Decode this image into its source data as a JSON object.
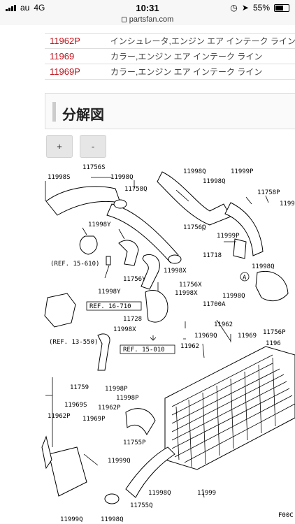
{
  "status": {
    "carrier": "au",
    "network": "4G",
    "time": "10:31",
    "battery": "55%"
  },
  "browser": {
    "url": "partsfan.com"
  },
  "parts_list": [
    {
      "part_no": "11962P",
      "description": "インシュレータ,エンジン エア インテーク ライン"
    },
    {
      "part_no": "11969",
      "description": "カラー,エンジン エア インテーク ライン"
    },
    {
      "part_no": "11969P",
      "description": "カラー,エンジン エア インテーク ライン"
    }
  ],
  "section": {
    "title": "分解図"
  },
  "zoom": {
    "plus": "+",
    "minus": "-"
  },
  "diagram": {
    "labels": {
      "l11756S": "11756S",
      "l11998S": "11998S",
      "l11998Q_a": "11998Q",
      "l11758Q": "11758Q",
      "l11998Y_a": "11998Y",
      "l11998Q_top": "11998Q",
      "l11999P_top": "11999P",
      "l11756Q": "11756Q",
      "l11758P": "11758P",
      "l1199": "1199",
      "l11999P_mid": "11999P",
      "l11718": "11718",
      "l11998Q_right": "11998Q",
      "l11998Q_right2": "11998Q",
      "l11756Y": "11756Y",
      "l11998X_a": "11998X",
      "l11756X": "11756X",
      "l11998X_b": "11998X",
      "l11998Y_b": "11998Y",
      "l11700A": "11700A",
      "l11728": "11728",
      "l11998X_c": "11998X",
      "l11962_a": "11962",
      "l11969Q": "11969Q",
      "l11969": "11969",
      "l11996": "1196",
      "l11962_b": "11962",
      "l11756P": "11756P",
      "l11759": "11759",
      "l11998P_a": "11998P",
      "l11998P_b": "11998P",
      "l11969S": "11969S",
      "l11962P": "11962P",
      "l11962P_b": "11962P",
      "l11969P": "11969P",
      "l11755P": "11755P",
      "l11999Q_a": "11999Q",
      "l11998Q_b": "11998Q",
      "l11755Q": "11755Q",
      "l11999": "11999",
      "l11999Q_b": "11999Q",
      "l11998Q_c": "11998Q",
      "ref_610": "(REF. 15-610)",
      "ref_710": "REF. 16-710",
      "ref_550": "(REF. 13-550)",
      "ref_010": "REF. 15-010",
      "marker_a": "A",
      "footer_code": "F00C"
    }
  }
}
